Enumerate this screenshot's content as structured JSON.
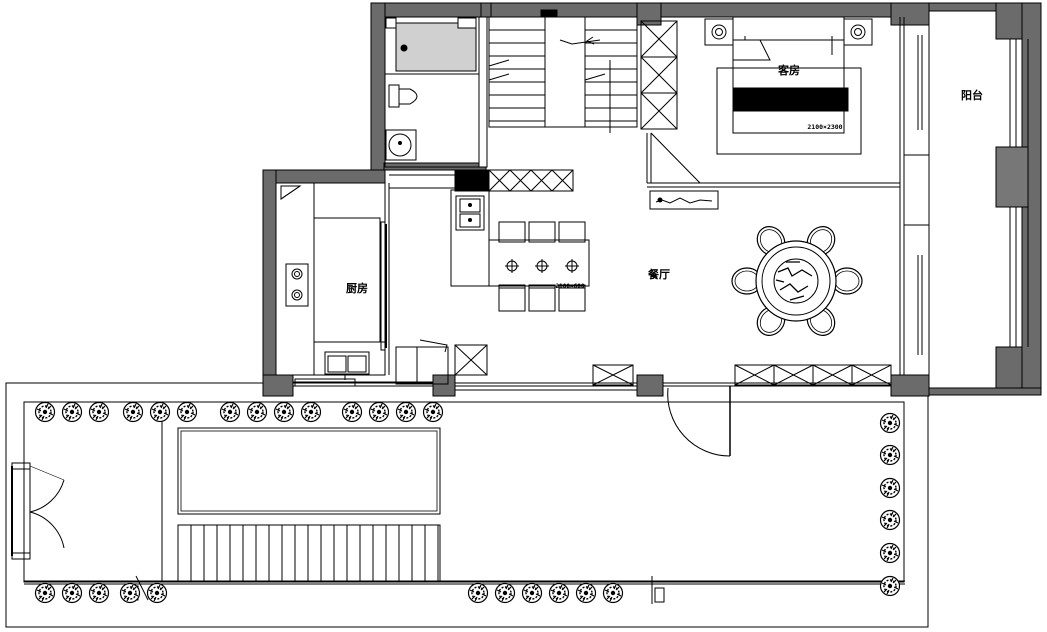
{
  "rooms": {
    "guest_room": "客房",
    "balcony": "阳台",
    "kitchen": "厨房",
    "dining": "餐厅"
  },
  "dimensions": {
    "bed": "2100×2300",
    "island": "2100×600"
  },
  "colors": {
    "wall": "#6b6b6b",
    "line": "#000000",
    "wardrobe_fill": "#777777",
    "tv_bar": "#000000"
  },
  "icons": {
    "shrub": "shrub-icon",
    "toilet": "toilet-icon",
    "sink": "sink-icon",
    "cooktop": "cooktop-icon",
    "dining_table": "round-table-icon"
  }
}
